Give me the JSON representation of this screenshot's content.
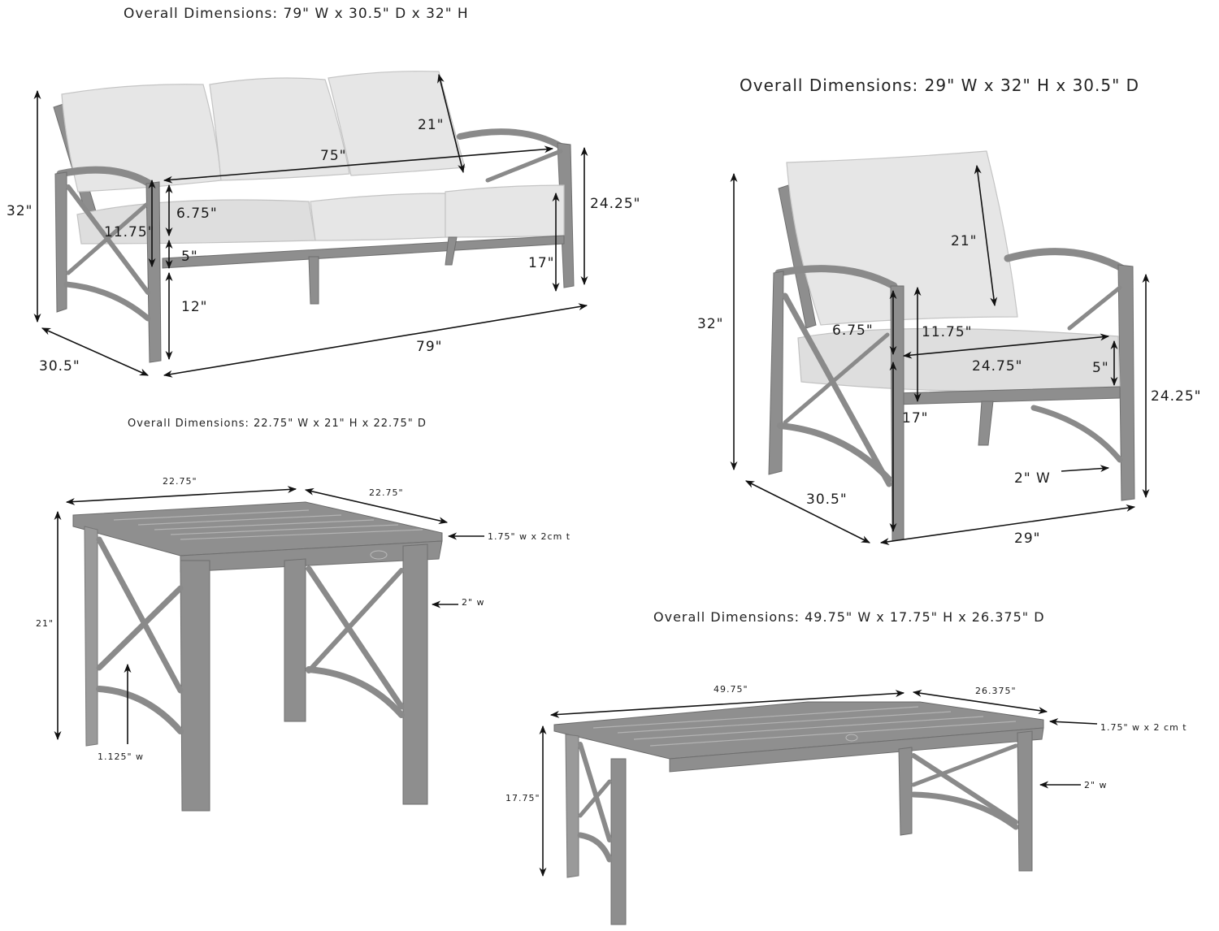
{
  "sofa": {
    "title": "Overall Dimensions: 79\" W x 30.5\" D x 32\" H",
    "labels": {
      "height": "32\"",
      "depth": "30.5\"",
      "width": "79\"",
      "inner_width": "75\"",
      "back_cushion": "21\"",
      "arm_height": "24.25\"",
      "arm_above_seat": "11.75\"",
      "back_gap": "6.75\"",
      "seat_cushion": "5\"",
      "seat_frame_height": "12\"",
      "seat_height": "17\""
    }
  },
  "chair": {
    "title": "Overall Dimensions: 29\" W x 32\" H x 30.5\" D",
    "labels": {
      "height": "32\"",
      "depth": "30.5\"",
      "width": "29\"",
      "back_cushion": "21\"",
      "back_gap": "6.75\"",
      "arm_above_seat": "11.75\"",
      "seat_width": "24.75\"",
      "seat_cushion": "5\"",
      "seat_height": "17\"",
      "arm_height": "24.25\"",
      "leg_width": "2\" W"
    }
  },
  "end_table": {
    "title": "Overall Dimensions: 22.75\" W x 21\" H x 22.75\" D",
    "labels": {
      "width": "22.75\"",
      "depth": "22.75\"",
      "height": "21\"",
      "top_edge": "1.75\" w x 2cm t",
      "leg_width": "2\" w",
      "brace_width": "1.125\" w"
    }
  },
  "coffee_table": {
    "title": "Overall Dimensions: 49.75\" W x 17.75\" H x 26.375\" D",
    "labels": {
      "width": "49.75\"",
      "depth": "26.375\"",
      "height": "17.75\"",
      "top_edge": "1.75\" w x 2 cm t",
      "leg_width": "2\" w"
    }
  },
  "colors": {
    "background": "#ffffff",
    "frame": "#8e8e8e",
    "cushion": "#e6e6e6",
    "dimension_line": "#111111"
  }
}
